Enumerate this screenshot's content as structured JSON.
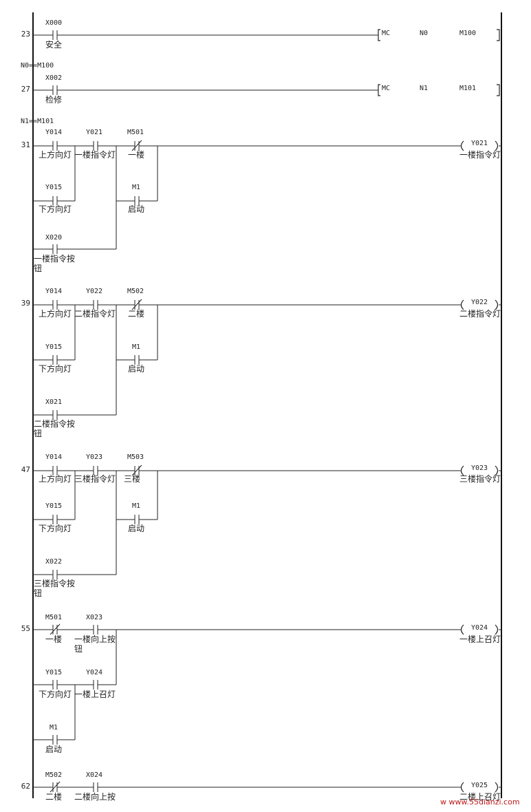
{
  "master_controls": [
    {
      "step": "23",
      "contact": {
        "address": "X000",
        "comment": "安全"
      },
      "instruction": "MC",
      "nesting": "N0",
      "device": "M100",
      "note": "N0==M100"
    },
    {
      "step": "27",
      "contact": {
        "address": "X002",
        "comment": "检修"
      },
      "instruction": "MC",
      "nesting": "N1",
      "device": "M101",
      "note": "N1==M101"
    }
  ],
  "floor_rungs": [
    {
      "step": "31",
      "top": [
        {
          "address": "Y014",
          "comment": "上方向灯",
          "kind": "NO"
        },
        {
          "address": "Y021",
          "comment": "一楼指令灯",
          "kind": "NO"
        },
        {
          "address": "M501",
          "comment": "一楼",
          "kind": "NC"
        }
      ],
      "branch_a": {
        "address": "Y015",
        "comment": "下方向灯",
        "kind": "NO"
      },
      "branch_b": {
        "address": "M1",
        "comment": "启动",
        "kind": "NO"
      },
      "branch_c": {
        "address": "X020",
        "comment": "一楼指令按",
        "comment2": "钮",
        "kind": "NO"
      },
      "coil": {
        "address": "Y021",
        "comment": "一楼指令灯"
      }
    },
    {
      "step": "39",
      "top": [
        {
          "address": "Y014",
          "comment": "上方向灯",
          "kind": "NO"
        },
        {
          "address": "Y022",
          "comment": "二楼指令灯",
          "kind": "NO"
        },
        {
          "address": "M502",
          "comment": "二楼",
          "kind": "NC"
        }
      ],
      "branch_a": {
        "address": "Y015",
        "comment": "下方向灯",
        "kind": "NO"
      },
      "branch_b": {
        "address": "M1",
        "comment": "启动",
        "kind": "NO"
      },
      "branch_c": {
        "address": "X021",
        "comment": "二楼指令按",
        "comment2": "钮",
        "kind": "NO"
      },
      "coil": {
        "address": "Y022",
        "comment": "二楼指令灯"
      }
    },
    {
      "step": "47",
      "top": [
        {
          "address": "Y014",
          "comment": "上方向灯",
          "kind": "NO"
        },
        {
          "address": "Y023",
          "comment": "三楼指令灯",
          "kind": "NO"
        },
        {
          "address": "M503",
          "comment": "三楼",
          "kind": "NC"
        }
      ],
      "branch_a": {
        "address": "Y015",
        "comment": "下方向灯",
        "kind": "NO"
      },
      "branch_b": {
        "address": "M1",
        "comment": "启动",
        "kind": "NO"
      },
      "branch_c": {
        "address": "X022",
        "comment": "三楼指令按",
        "comment2": "钮",
        "kind": "NO"
      },
      "coil": {
        "address": "Y023",
        "comment": "三楼指令灯"
      }
    }
  ],
  "call_rung": {
    "step": "55",
    "top": [
      {
        "address": "M501",
        "comment": "一楼",
        "kind": "NC"
      },
      {
        "address": "X023",
        "comment": "一楼向上按",
        "comment2": "钮",
        "kind": "NO"
      }
    ],
    "branch_a": [
      {
        "address": "Y015",
        "comment": "下方向灯",
        "kind": "NO"
      },
      {
        "address": "Y024",
        "comment": "一楼上召灯",
        "kind": "NO"
      }
    ],
    "branch_b": {
      "address": "M1",
      "comment": "启动",
      "kind": "NO"
    },
    "coil": {
      "address": "Y024",
      "comment": "一楼上召灯"
    }
  },
  "partial_rung": {
    "step": "62",
    "top": [
      {
        "address": "M502",
        "comment": "二楼",
        "kind": "NC"
      },
      {
        "address": "X024",
        "comment": "二楼向上按",
        "kind": "NO"
      }
    ],
    "coil": {
      "address": "Y025",
      "comment": "二楼上召灯"
    }
  },
  "watermark": "w www.55dianzi.com",
  "colors": {
    "line": "#222222",
    "watermark": "#c01818"
  }
}
